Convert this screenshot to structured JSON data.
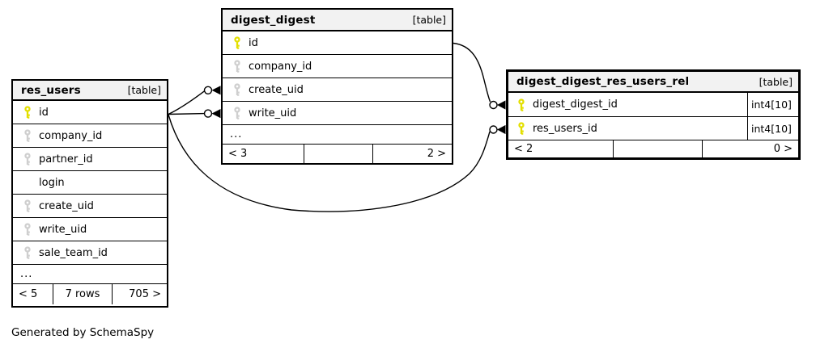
{
  "caption": "Generated by SchemaSpy",
  "colors": {
    "primary_key": "#e3df00",
    "foreign_key": "#cfcfcf",
    "header_bg": "#f2f2f2",
    "line": "#000000"
  },
  "tables": {
    "res_users": {
      "name": "res_users",
      "badge": "[table]",
      "columns": [
        {
          "label": "id",
          "key": "primary"
        },
        {
          "label": "company_id",
          "key": "foreign"
        },
        {
          "label": "partner_id",
          "key": "foreign"
        },
        {
          "label": "login",
          "key": "none"
        },
        {
          "label": "create_uid",
          "key": "foreign"
        },
        {
          "label": "write_uid",
          "key": "foreign"
        },
        {
          "label": "sale_team_id",
          "key": "foreign"
        }
      ],
      "more": "...",
      "footer": {
        "left": "< 5",
        "middle": "7 rows",
        "right": "705 >"
      }
    },
    "digest_digest": {
      "name": "digest_digest",
      "badge": "[table]",
      "columns": [
        {
          "label": "id",
          "key": "primary"
        },
        {
          "label": "company_id",
          "key": "foreign"
        },
        {
          "label": "create_uid",
          "key": "foreign"
        },
        {
          "label": "write_uid",
          "key": "foreign"
        }
      ],
      "more": "...",
      "footer": {
        "left": "< 3",
        "middle": "",
        "right": "2 >"
      }
    },
    "rel": {
      "name": "digest_digest_res_users_rel",
      "badge": "[table]",
      "columns": [
        {
          "label": "digest_digest_id",
          "key": "primary",
          "type": "int4[10]"
        },
        {
          "label": "res_users_id",
          "key": "primary",
          "type": "int4[10]"
        }
      ],
      "footer": {
        "left": "< 2",
        "middle": "",
        "right": "0 >"
      }
    }
  },
  "relationships": [
    {
      "from": "res_users.id",
      "to": "digest_digest.create_uid",
      "fk_end": "zero-or-many"
    },
    {
      "from": "res_users.id",
      "to": "digest_digest.write_uid",
      "fk_end": "zero-or-many"
    },
    {
      "from": "res_users.id",
      "to": "digest_digest_res_users_rel.res_users_id",
      "fk_end": "zero-or-many"
    },
    {
      "from": "digest_digest.id",
      "to": "digest_digest_res_users_rel.digest_digest_id",
      "fk_end": "zero-or-many"
    }
  ]
}
